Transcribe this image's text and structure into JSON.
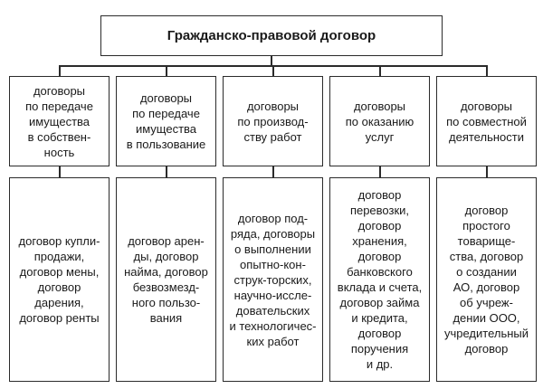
{
  "root": {
    "title": "Гражданско-правовой договор"
  },
  "columns": [
    {
      "category": "договоры\nпо передаче\nимущества\nв собствен-\nность",
      "examples": "договор купли-\nпродажи,\nдоговор мены,\nдоговор\nдарения,\nдоговор ренты"
    },
    {
      "category": "договоры\nпо передаче\nимущества\nв пользование",
      "examples": "договор арен-\nды, договор\nнайма, договор\nбезвозмезд-\nного пользо-\nвания"
    },
    {
      "category": "договоры\nпо производ-\nству работ",
      "examples": "договор под-\nряда, договоры\nо выполнении\nопытно-кон-\nструк-торских,\nнаучно-иссле-\nдовательских\nи технологичес-\nких работ"
    },
    {
      "category": "договоры\nпо оказанию\nуслуг",
      "examples": "договор\nперевозки,\nдоговор\nхранения,\nдоговор\nбанковского\nвклада и счета,\nдоговор займа\nи кредита,\nдоговор\nпоручения\nи др."
    },
    {
      "category": "договоры\nпо совместной\nдеятельности",
      "examples": "договор\nпростого\nтоварище-\nства, договор\nо создании\nАО, договор\nоб учреж-\nдении ООО,\nучредительный\nдоговор"
    }
  ]
}
